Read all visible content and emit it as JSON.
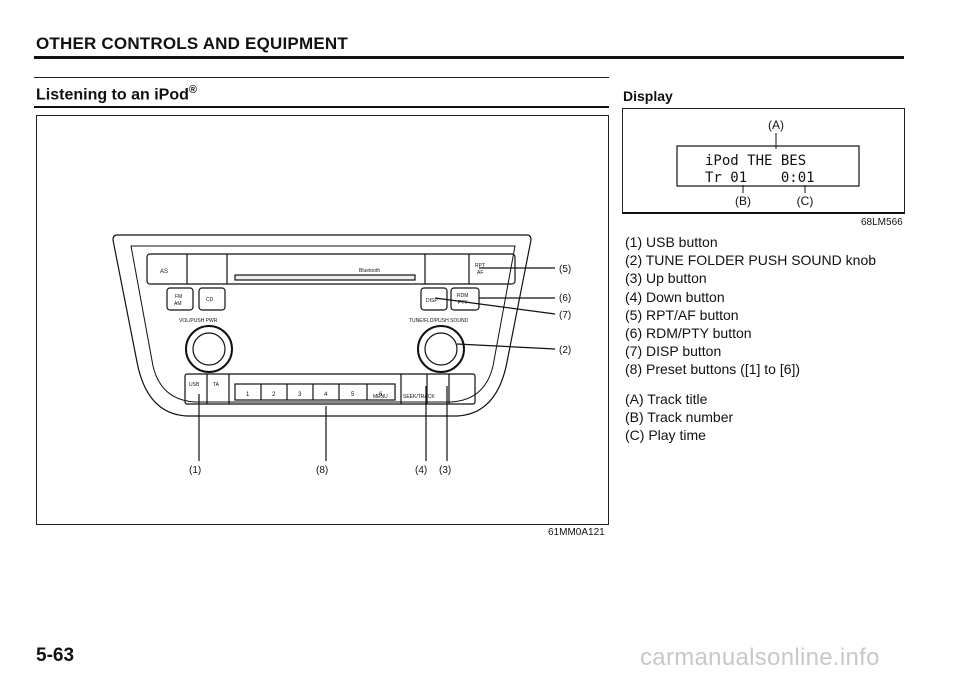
{
  "header": {
    "title": "OTHER CONTROLS AND EQUIPMENT"
  },
  "section": {
    "title": "Listening to an iPod",
    "reg_mark": "®"
  },
  "figure": {
    "code": "61MM0A121",
    "callouts": [
      "(5)",
      "(6)",
      "(7)",
      "(2)",
      "(1)",
      "(8)",
      "(4)",
      "(3)"
    ],
    "unit_labels": {
      "as": "AS",
      "bluetooth": "Bluetooth",
      "rpt_af_1": "RPT",
      "rpt_af_2": "AF",
      "fm_am_1": "FM",
      "fm_am_2": "AM",
      "cd": "CD",
      "disp": "DISP",
      "rdm_pty_1": "RDM",
      "rdm_pty_2": "PTY",
      "vol": "VOL/PUSH PWR",
      "tune": "TUNE/FLD/PUSH SOUND",
      "usb": "USB",
      "ta": "TA",
      "menu": "MENU",
      "seek": "SEEK/TRACK",
      "presets": [
        "1",
        "2",
        "3",
        "4",
        "5",
        "6"
      ]
    }
  },
  "display": {
    "title": "Display",
    "code": "68LM566",
    "lcd_line1": "iPod THE BES",
    "lcd_line2": "Tr 01    0:01",
    "labels": [
      "(A)",
      "(B)",
      "(C)"
    ]
  },
  "legend": {
    "items": [
      "(1) USB button",
      "(2) TUNE FOLDER PUSH SOUND knob",
      "(3) Up button",
      "(4) Down button",
      "(5) RPT/AF button",
      "(6) RDM/PTY button",
      "(7) DISP button",
      "(8) Preset buttons ([1] to [6])"
    ],
    "display_items": [
      "(A) Track title",
      "(B) Track number",
      "(C) Play time"
    ]
  },
  "page": {
    "number": "5-63",
    "watermark": "carmanualsonline.info"
  }
}
